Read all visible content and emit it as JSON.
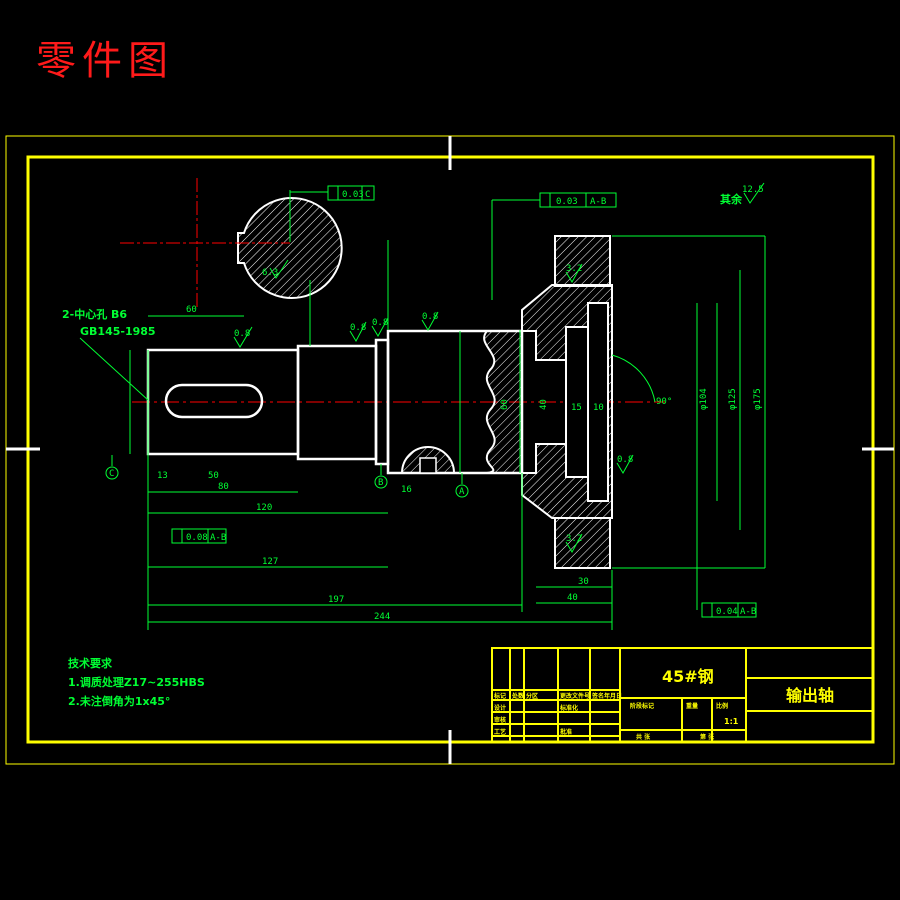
{
  "page_title": "零件图",
  "drawing": {
    "part_name": "输出轴",
    "material": "45#钢",
    "tech_req": {
      "heading": "技术要求",
      "items": [
        "1.调质处理Z17~255HBS",
        "2.未注倒角为1x45°"
      ]
    },
    "surface_note": "其余",
    "surface_value": "12.5",
    "center_hole": "2-中心孔 B6",
    "center_hole_std": "GB145-1985",
    "scale": "1:1",
    "dimensions": {
      "d60": "60",
      "d80": "80",
      "d127": "127",
      "d197": "197",
      "d244": "244",
      "d120": "120",
      "d40": "40",
      "d30": "30",
      "d15": "15",
      "d10": "10",
      "d13": "13",
      "d50": "50",
      "d90": "90°",
      "d16": "16",
      "d40b": "40",
      "d104": "φ104",
      "d125": "φ125",
      "d175": "φ175",
      "d60b": "60"
    },
    "tolerances": {
      "t1": "0.03",
      "t1_ref": "C",
      "t2": "0.03",
      "t2_ref": "A-B",
      "t3": "0.08",
      "t3_ref": "A-B",
      "t4": "0.04",
      "t4_ref": "A-B"
    },
    "roughness": [
      "0.8",
      "0.8",
      "0.8",
      "0.8",
      "3.2",
      "3.2",
      "6.3",
      "0.8"
    ],
    "datums": [
      "C",
      "B",
      "A"
    ],
    "title_block": {
      "cells": [
        "标记",
        "处数",
        "分区",
        "更改文件号",
        "签名",
        "年月日",
        "设计",
        "审核",
        "工艺",
        "标准化",
        "批准",
        "阶段标记",
        "重量",
        "比例",
        "共  张",
        "第  张"
      ]
    }
  }
}
